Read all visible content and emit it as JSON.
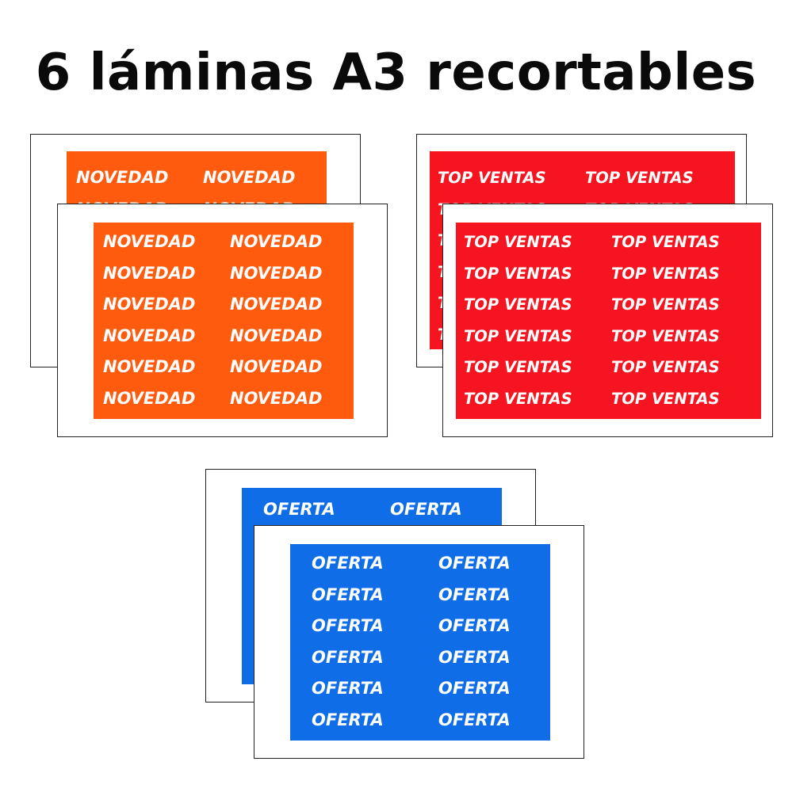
{
  "title": "6 láminas A3 recortables",
  "colors": {
    "novedad": "#ff5b0e",
    "top_ventas": "#f5141f",
    "oferta": "#0f6de8"
  },
  "groups": [
    {
      "key": "novedad",
      "label": "NOVEDAD",
      "columns": 2,
      "rows": 6,
      "sheets_shown": 2
    },
    {
      "key": "top_ventas",
      "label": "TOP VENTAS",
      "columns": 2,
      "rows": 6,
      "sheets_shown": 2
    },
    {
      "key": "oferta",
      "label": "OFERTA",
      "columns": 2,
      "rows": 6,
      "sheets_shown": 2
    }
  ]
}
